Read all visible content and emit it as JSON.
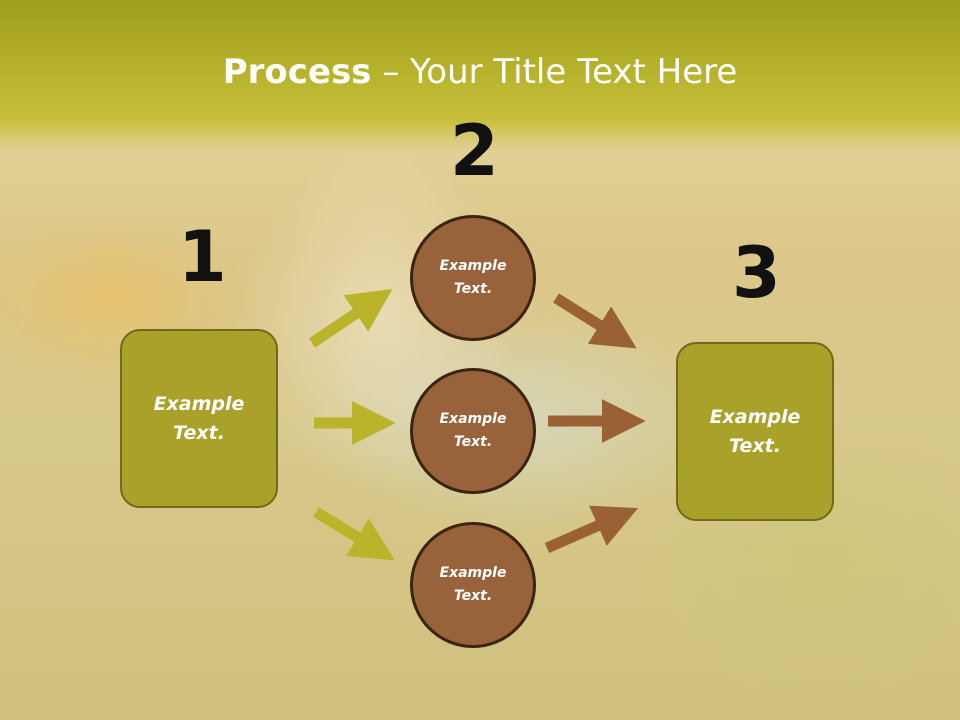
{
  "title": {
    "bold": "Process",
    "rest": " – Your Title Text Here"
  },
  "steps": [
    {
      "number": "1",
      "text": "Example Text."
    },
    {
      "number": "2",
      "text": "Example Text."
    },
    {
      "number": "3",
      "text": "Example Text."
    }
  ],
  "circles": [
    {
      "text": "Example Text."
    },
    {
      "text": "Example Text."
    },
    {
      "text": "Example Text."
    }
  ],
  "colors": {
    "title_band": "#b5b12a",
    "box_fill": "#aaa12a",
    "circle_fill": "#98633a",
    "arrow_green": "#b9b42a",
    "arrow_brown": "#9a6234"
  }
}
